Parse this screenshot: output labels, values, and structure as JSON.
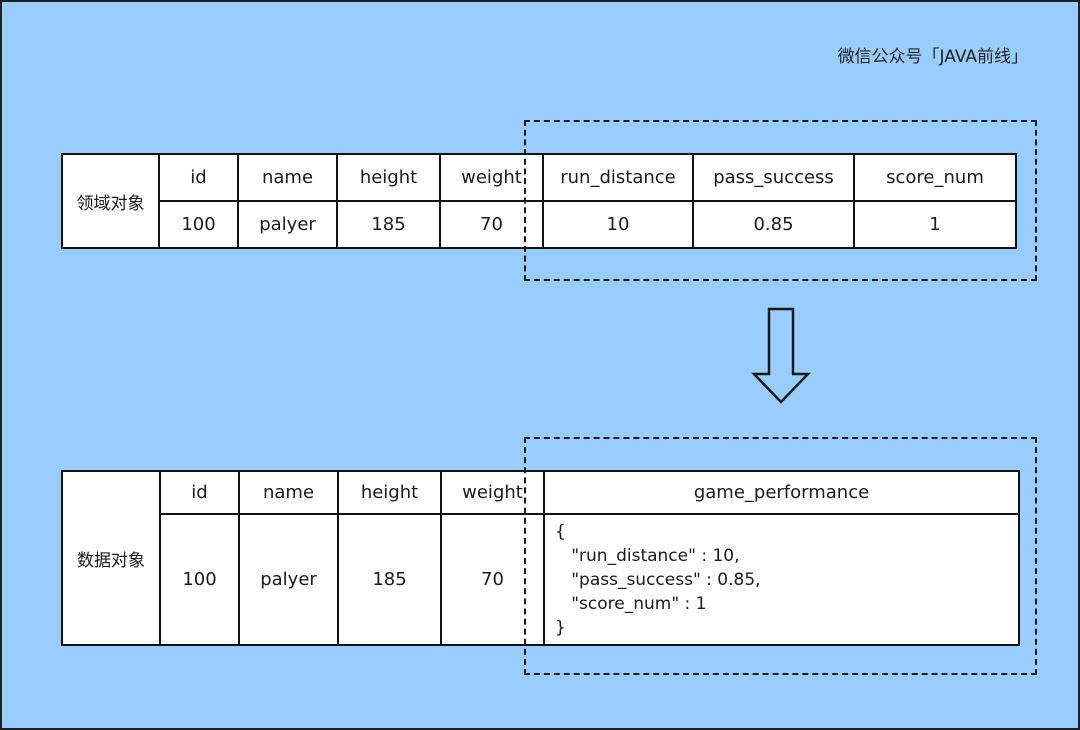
{
  "canvas": {
    "background": "#99ccff"
  },
  "watermark": "微信公众号「JAVA前线」",
  "domain_table": {
    "row_label": "领域对象",
    "headers": [
      "id",
      "name",
      "height",
      "weight",
      "run_distance",
      "pass_success",
      "score_num"
    ],
    "values": [
      "100",
      "palyer",
      "185",
      "70",
      "10",
      "0.85",
      "1"
    ]
  },
  "data_table": {
    "row_label": "数据对象",
    "headers": [
      "id",
      "name",
      "height",
      "weight",
      "game_performance"
    ],
    "values": [
      "100",
      "palyer",
      "185",
      "70"
    ],
    "json_lines": [
      "{",
      "   \"run_distance\" : 10,",
      "   \"pass_success\" : 0.85,",
      "   \"score_num\" : 1",
      "}"
    ]
  },
  "arrow": {
    "direction": "down"
  }
}
